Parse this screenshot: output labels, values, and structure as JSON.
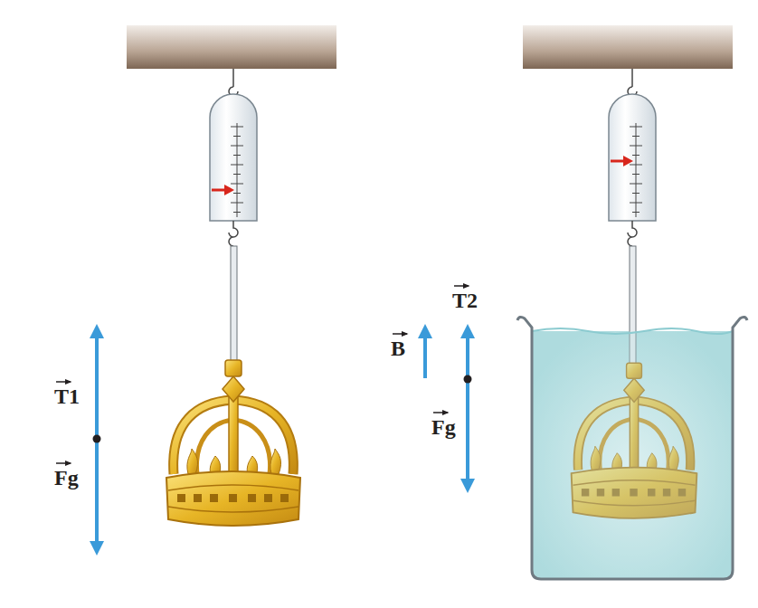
{
  "diagram": {
    "labels": [
      "T1",
      "Fg",
      "T2",
      "B",
      "Fg"
    ]
  }
}
